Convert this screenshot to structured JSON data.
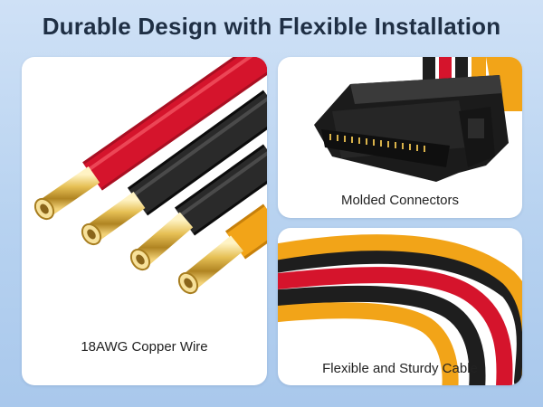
{
  "header": {
    "title": "Durable Design with Flexible Installation"
  },
  "panels": {
    "copper_wire": {
      "caption": "18AWG Copper Wire"
    },
    "connectors": {
      "caption": "Molded Connectors"
    },
    "cable": {
      "caption": "Flexible and Sturdy Cable"
    }
  },
  "colors": {
    "background": "#b7d2f0",
    "title_text": "#1f2f44",
    "wire_red": "#d5142c",
    "wire_black": "#1e1e1e",
    "wire_yellow": "#f2a418",
    "pin_gold": "#e0b94a"
  }
}
